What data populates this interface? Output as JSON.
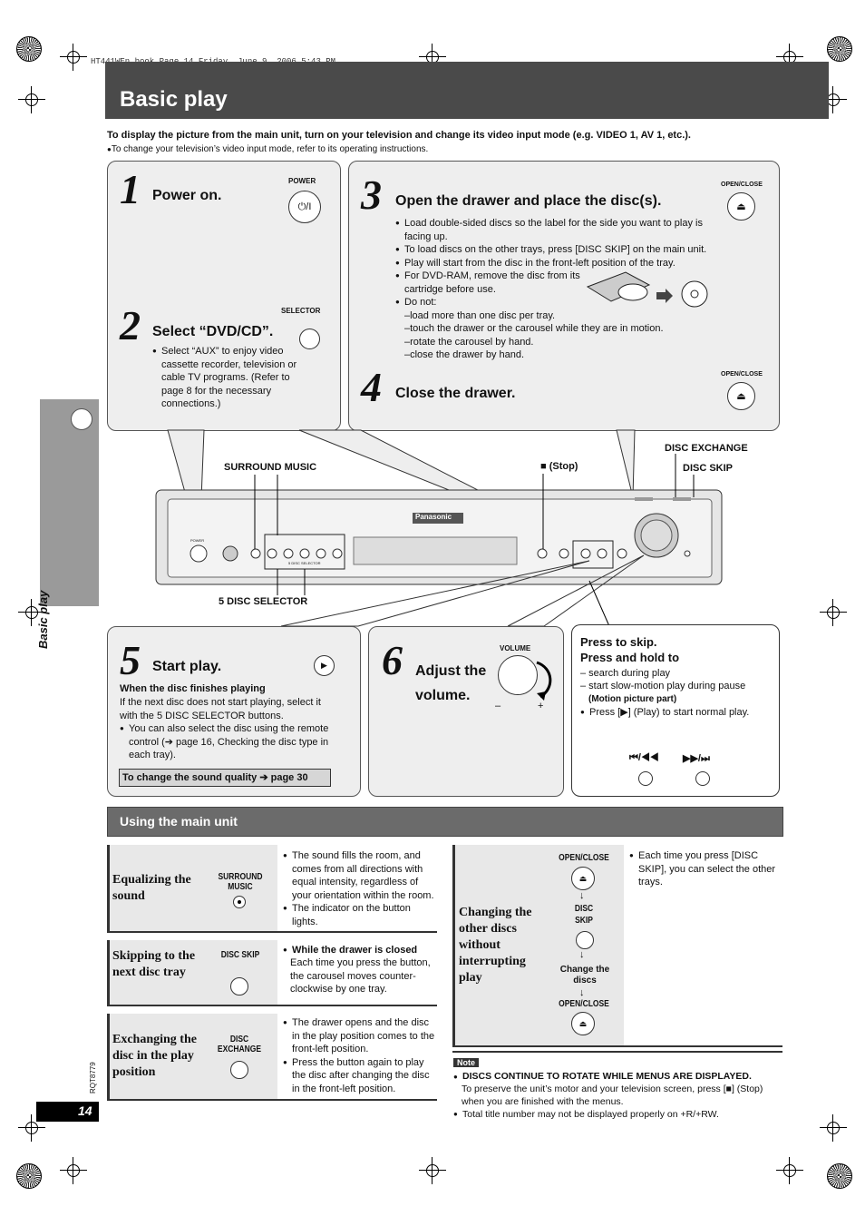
{
  "file_stamp": "HT441WEn.book  Page 14  Friday, June 9, 2006  5:43 PM",
  "page_title": "Basic play",
  "intro": {
    "main": "To display the picture from the main unit, turn on your television and change its video input mode (e.g. VIDEO 1, AV 1, etc.).",
    "note": "To change your television’s video input mode, refer to its operating instructions."
  },
  "steps": {
    "s1": {
      "num": "1",
      "title": "Power on.",
      "button_label": "POWER",
      "button_glyph": "⏻/I"
    },
    "s2": {
      "num": "2",
      "title": "Select “DVD/CD”.",
      "button_label": "SELECTOR",
      "bullet": "Select “AUX” to enjoy video cassette recorder, television or cable TV programs. (Refer to page 8 for the necessary connections.)"
    },
    "s3": {
      "num": "3",
      "title": "Open the drawer and place the disc(s).",
      "button_label": "OPEN/CLOSE",
      "button_glyph": "⏏",
      "bullets": [
        "Load double-sided discs so the label for the side you want to play is facing up.",
        "To load discs on the other trays, press [DISC SKIP] on the main unit.",
        "Play will start from the disc in the front-left position of the tray.",
        "For DVD-RAM, remove the disc from its cartridge before use.",
        "Do not:"
      ],
      "donts": [
        "–load more than one disc per tray.",
        "–touch the drawer or the carousel while they are in motion.",
        "–rotate the carousel by hand.",
        "–close the drawer by hand."
      ]
    },
    "s4": {
      "num": "4",
      "title": "Close the drawer.",
      "button_label": "OPEN/CLOSE",
      "button_glyph": "⏏"
    },
    "s5": {
      "num": "5",
      "title": "Start play.",
      "button_glyph": "▶",
      "sub_title": "When the disc finishes playing",
      "sub_text": "If the next disc does not start playing, select it with the 5 DISC SELECTOR buttons.",
      "bullet": "You can also select the disc using the remote control (➔ page 16, Checking the disc type in each tray).",
      "sound_box": "To change the sound quality ➔ page 30"
    },
    "s6": {
      "num": "6",
      "title": "Adjust the volume.",
      "knob_label": "VOLUME",
      "minus": "–",
      "plus": "+"
    },
    "skip": {
      "line1": "Press to skip.",
      "line2": "Press and hold to",
      "items": [
        "– search during play",
        "– start slow-motion play during pause"
      ],
      "motion": "(Motion picture part)",
      "bullet": "Press [▶] (Play) to start normal play.",
      "left_label": "⏮/◀◀",
      "right_label": "▶▶/⏭"
    }
  },
  "unit_labels": {
    "surround": "SURROUND MUSIC",
    "stop": "■ (Stop)",
    "disc_exchange": "DISC EXCHANGE",
    "disc_skip": "DISC SKIP",
    "disc_selector": "5 DISC SELECTOR",
    "brand": "Panasonic",
    "panel_power": "POWER",
    "panel_selector": "5 DISC SELECTOR"
  },
  "side_tab": "Basic play",
  "section": "Using the main unit",
  "table": {
    "rows_left": [
      {
        "title": "Equalizing the sound",
        "icon_label": "SURROUND MUSIC",
        "bullets": [
          "The sound fills the room, and comes from all directions with equal intensity, regardless of your orientation within the room.",
          "The indicator on the button lights."
        ]
      },
      {
        "title": "Skipping to the next disc tray",
        "icon_label": "DISC SKIP",
        "lead": "While the drawer is closed",
        "text": "Each time you press the button, the carousel moves counter-clockwise by one tray."
      },
      {
        "title": "Exchanging the disc in the play position",
        "icon_label": "DISC EXCHANGE",
        "bullets": [
          "The drawer opens and the disc in the play position comes to the front-left position.",
          "Press the button again to play the disc after changing the disc in the front-left position."
        ]
      }
    ],
    "row_right": {
      "title": "Changing the other discs without interrupting play",
      "seq": [
        "OPEN/CLOSE",
        "DISC SKIP",
        "Change the discs",
        "OPEN/CLOSE"
      ],
      "bullet": "Each time you press [DISC SKIP], you can select the other trays."
    }
  },
  "note": {
    "label": "Note",
    "head": "DISCS CONTINUE TO ROTATE WHILE MENUS ARE DISPLAYED.",
    "head_text": "To preserve the unit’s motor and your television screen, press [■] (Stop) when you are finished with the menus.",
    "bullet2": "Total title number may not be displayed properly on +R/+RW."
  },
  "doc_code": "RQT8779",
  "page_number": "14"
}
